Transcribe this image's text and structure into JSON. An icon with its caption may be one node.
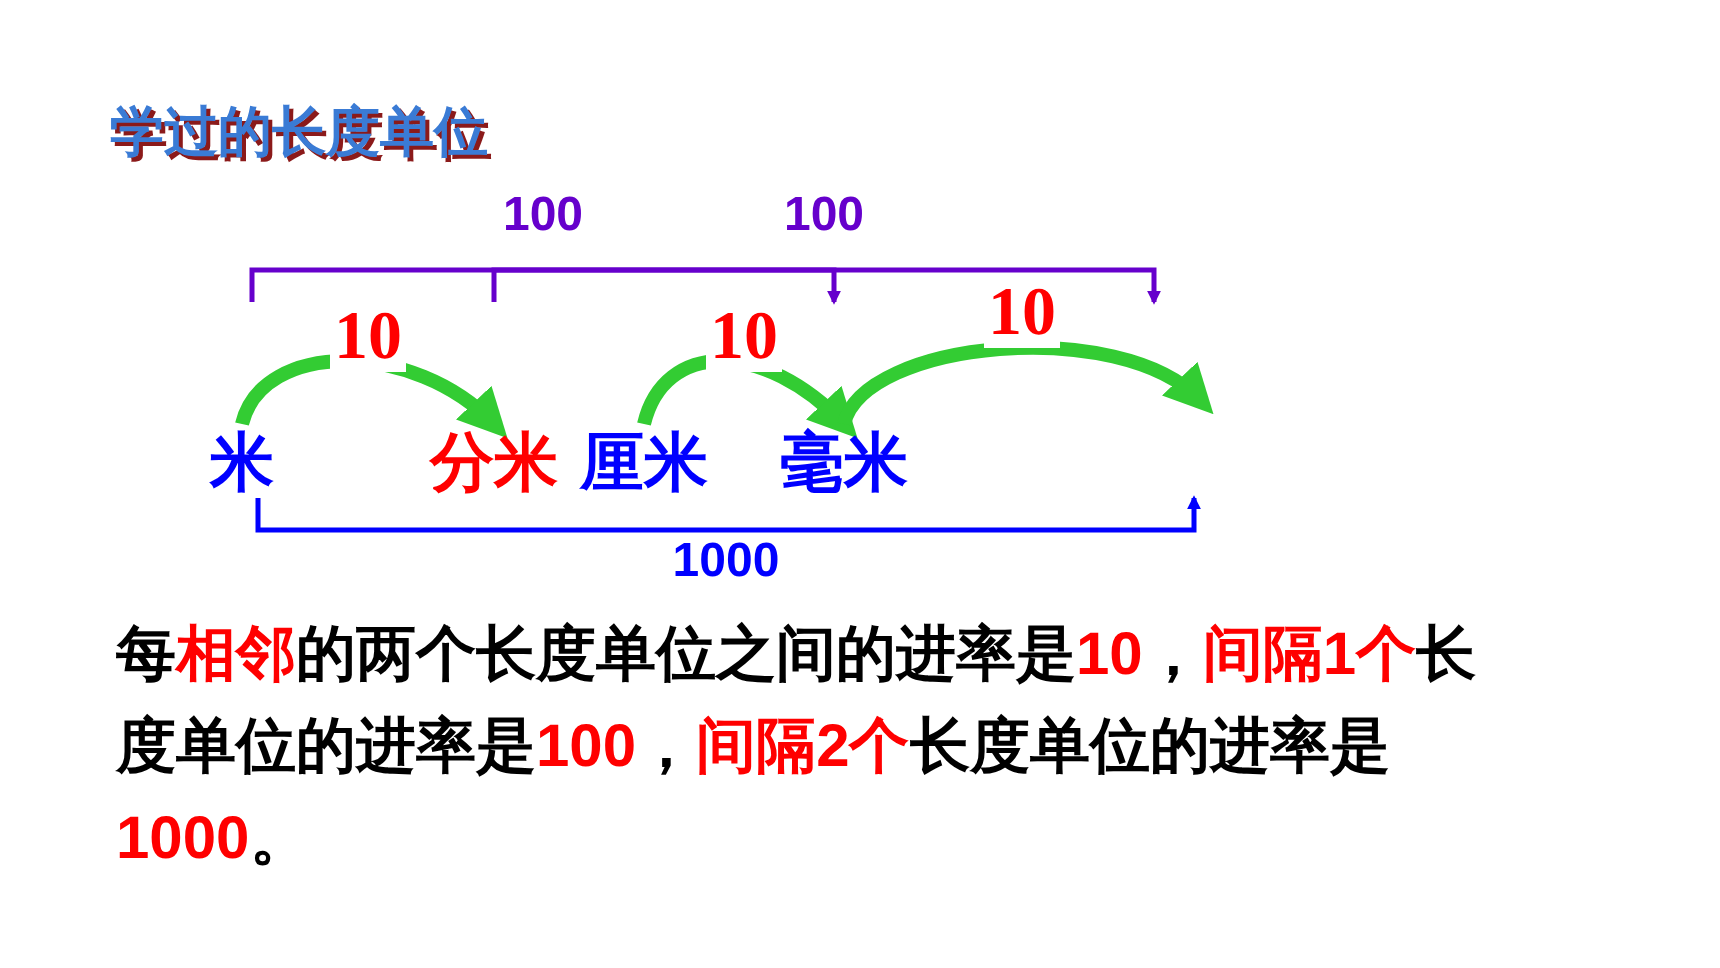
{
  "diagram": {
    "title": "学过的长度单位",
    "nodes": [
      {
        "text": [
          "米"
        ]
      },
      {
        "text": [
          "分米"
        ]
      },
      {
        "text": [
          "厘米"
        ]
      },
      {
        "text": [
          "毫米"
        ]
      }
    ],
    "edges": [
      {
        "from": 0,
        "to": 1,
        "arrow": "to",
        "label": "10",
        "style": "thick"
      },
      {
        "from": 2,
        "to": 3,
        "arrow": "to",
        "label": "10",
        "style": "thick"
      },
      {
        "from": 3,
        "to": null,
        "arrow": "to",
        "label": "10",
        "style": "thick"
      },
      {
        "from": 0,
        "to": null,
        "arrow": "to",
        "label": "100",
        "color": "#6600cc"
      },
      {
        "from": 1,
        "to": null,
        "arrow": "to",
        "label": "100",
        "color": "#6600cc"
      },
      {
        "from": 0,
        "to": null,
        "arrow": "to",
        "label": "1000",
        "color": "#0000ff"
      }
    ],
    "labels": [
      "每**相邻**的两个长度单位之间的进率是**10**，**间隔1个**长度单位的进率是**100**，**间隔2个**长度单位的进率是**1000**。"
    ]
  }
}
